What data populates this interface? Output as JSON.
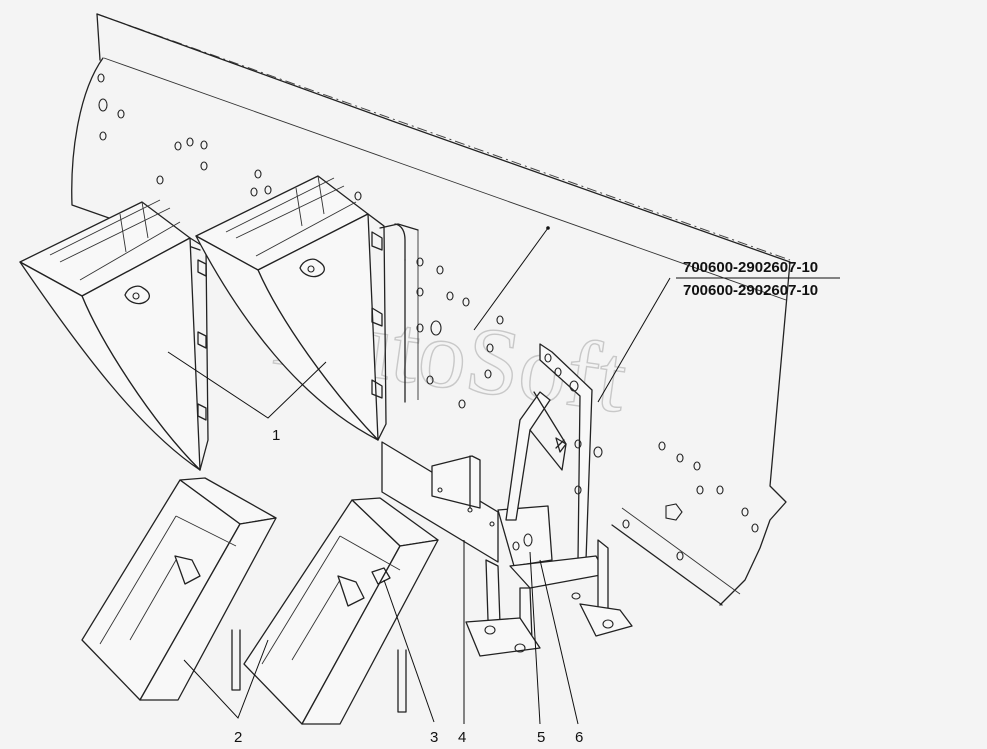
{
  "watermark": "AutoSoft",
  "part_codes": [
    "700600-2902607-10",
    "700600-2902607-10"
  ],
  "callouts": [
    "1",
    "2",
    "3",
    "4",
    "5",
    "6"
  ]
}
